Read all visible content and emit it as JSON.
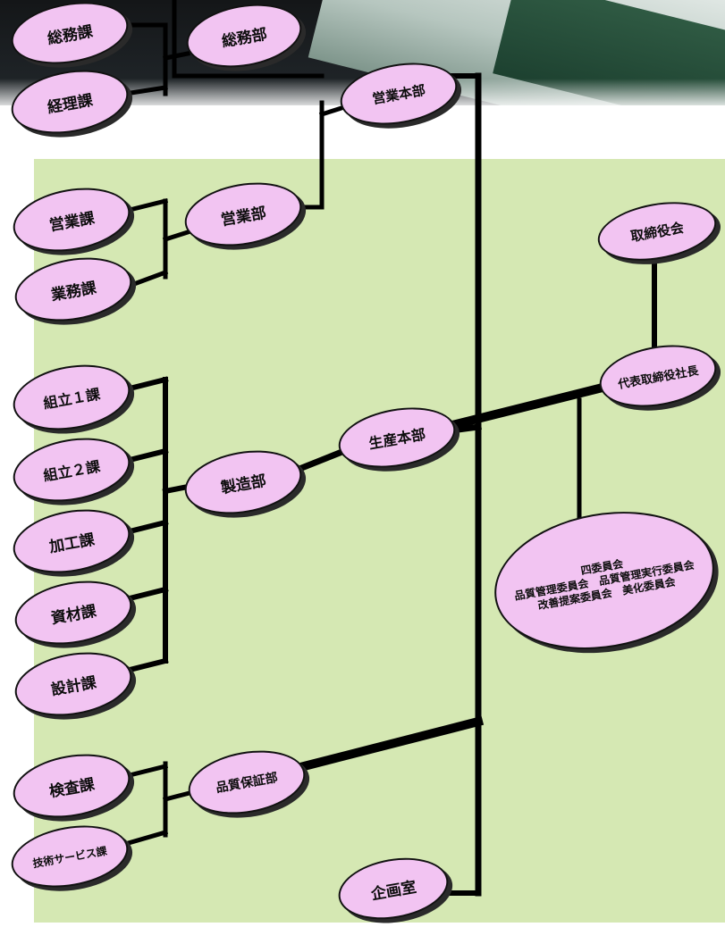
{
  "org_chart": {
    "top": {
      "board": "取締役会",
      "president": "代表取締役社長",
      "committees": {
        "title": "四委員会",
        "line1": "品質管理委員会　品質管理実行委員会",
        "line2": "改善提案委員会　美化委員会"
      }
    },
    "admin": {
      "general_affairs_section": "総務課",
      "accounting_section": "経理課",
      "general_affairs_department": "総務部"
    },
    "sales": {
      "sales_headquarters": "営業本部",
      "sales_department": "営業部",
      "sales_section": "営業課",
      "business_section": "業務課"
    },
    "production": {
      "production_headquarters": "生産本部",
      "manufacturing_department": "製造部",
      "assembly_1_section": "組立１課",
      "assembly_2_section": "組立２課",
      "processing_section": "加工課",
      "materials_section": "資材課",
      "design_section": "設計課"
    },
    "quality": {
      "quality_assurance_department": "品質保証部",
      "inspection_section": "検査課",
      "technical_service_section": "技術サービス課"
    },
    "planning": {
      "planning_office": "企画室"
    }
  },
  "colors": {
    "node_fill": "#f2c4f2",
    "panel_green": "#d5e8b3",
    "line": "#000000"
  }
}
